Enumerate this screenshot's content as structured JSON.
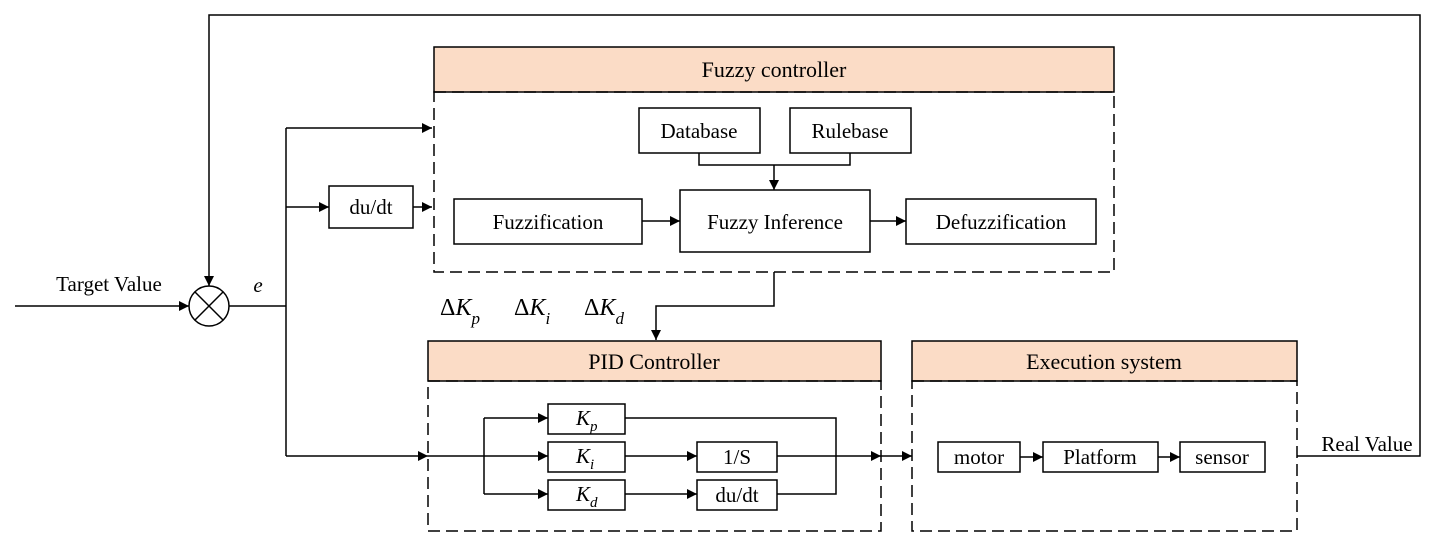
{
  "fuzzy": {
    "header": "Fuzzy controller",
    "database": "Database",
    "rulebase": "Rulebase",
    "fuzzification": "Fuzzification",
    "inference": "Fuzzy Inference",
    "defuzzification": "Defuzzification"
  },
  "derivative_block": "du/dt",
  "input": {
    "target": "Target Value",
    "error": "e"
  },
  "deltas": [
    {
      "delta": "Δ",
      "k": "K",
      "sub": "p"
    },
    {
      "delta": "Δ",
      "k": "K",
      "sub": "i"
    },
    {
      "delta": "Δ",
      "k": "K",
      "sub": "d"
    }
  ],
  "pid": {
    "header": "PID Controller",
    "kp": {
      "k": "K",
      "sub": "p"
    },
    "ki": {
      "k": "K",
      "sub": "i"
    },
    "kd": {
      "k": "K",
      "sub": "d"
    },
    "integrator": "1/S",
    "differentiator": "du/dt"
  },
  "execution": {
    "header": "Execution system",
    "motor": "motor",
    "platform": "Platform",
    "sensor": "sensor"
  },
  "output": {
    "real": "Real Value"
  },
  "colors": {
    "header_fill": "#fbdcc6",
    "stroke": "#000000"
  }
}
